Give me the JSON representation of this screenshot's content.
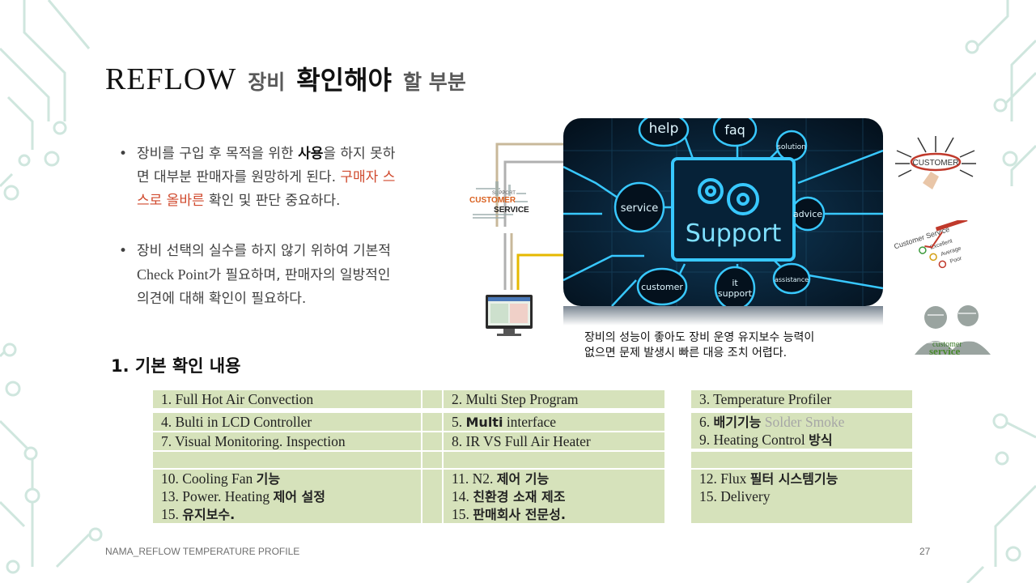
{
  "title": {
    "en": "REFLOW",
    "word1": "장비",
    "word2": "확인해야",
    "word3": "할 부분"
  },
  "bullets": [
    {
      "a": "장비를 구입 후 목적을 위한 ",
      "b": "사용",
      "c": "을 하지 못하",
      "d": "면 대부분 판매자를 원망하게 된다. ",
      "e": "구매자 스",
      "f": "스로 올바른",
      "g": " 확인 및 판단 중요하다."
    },
    {
      "a": "장비 선택의 실수를 하지 않기 위하여 기본적",
      "b": "Check Point",
      "c": "가 필요하며, 판매자의 일방적인",
      "d": "의견에 대해 확인이 필요하다."
    }
  ],
  "hero": {
    "labels": {
      "help": "help",
      "faq": "faq",
      "solution": "solution",
      "service": "service",
      "advice": "advice",
      "support": "Support",
      "customer": "customer",
      "it": "it",
      "itsupport": "support",
      "assistance": "assistance"
    },
    "caption1": "장비의 성능이 좋아도 장비 운영 유지보수 능력이",
    "caption2": "없으면 문제 발생시 빠른 대응 조치 어렵다."
  },
  "wordcloud": {
    "w1": "CUSTOMER",
    "w2": "SERVICE",
    "w3": "SUPPORT"
  },
  "side": {
    "badge": "CUSTOMER",
    "survey": "Customer Service",
    "excellent": "Excellent",
    "average": "Average",
    "poor": "Poor",
    "cloud1": "customer",
    "cloud2": "service"
  },
  "section_title": "1.  기본 확인 내용",
  "table": {
    "r1": [
      "1.  Full Hot Air Convection",
      "2.  Multi Step Program",
      "3.  Temperature Profiler"
    ],
    "r2a": [
      "4.  Bulti in LCD Controller",
      "5.  ",
      "6.  "
    ],
    "r2b": [
      "Multi",
      "배기기능"
    ],
    "r2c": [
      " interface",
      " Solder Smoke"
    ],
    "r3a": [
      "7.  Visual Monitoring. Inspection",
      "8.  IR VS Full Air Heater",
      "9.  Heating Control "
    ],
    "r3b": "방식",
    "r4a": [
      "10. Cooling Fan ",
      "11. N2. ",
      "12. Flux "
    ],
    "r4b": [
      "기능",
      "제어 기능",
      "필터 시스템기능"
    ],
    "r5a": [
      "13. Power. Heating ",
      "14. ",
      "15. Delivery"
    ],
    "r5b": [
      "제어 설정",
      "친환경 소재 제조"
    ],
    "r6a": [
      "15. ",
      "15. "
    ],
    "r6b": [
      "유지보수.",
      "판매회사 전문성."
    ]
  },
  "footer": "NAMA_REFLOW TEMPERATURE PROFILE",
  "page": "27",
  "colors": {
    "circuit": "#cfe6de",
    "accent": "#d04a2e",
    "cell": "#d6e2bb",
    "hero_glow": "#38c8ff"
  }
}
